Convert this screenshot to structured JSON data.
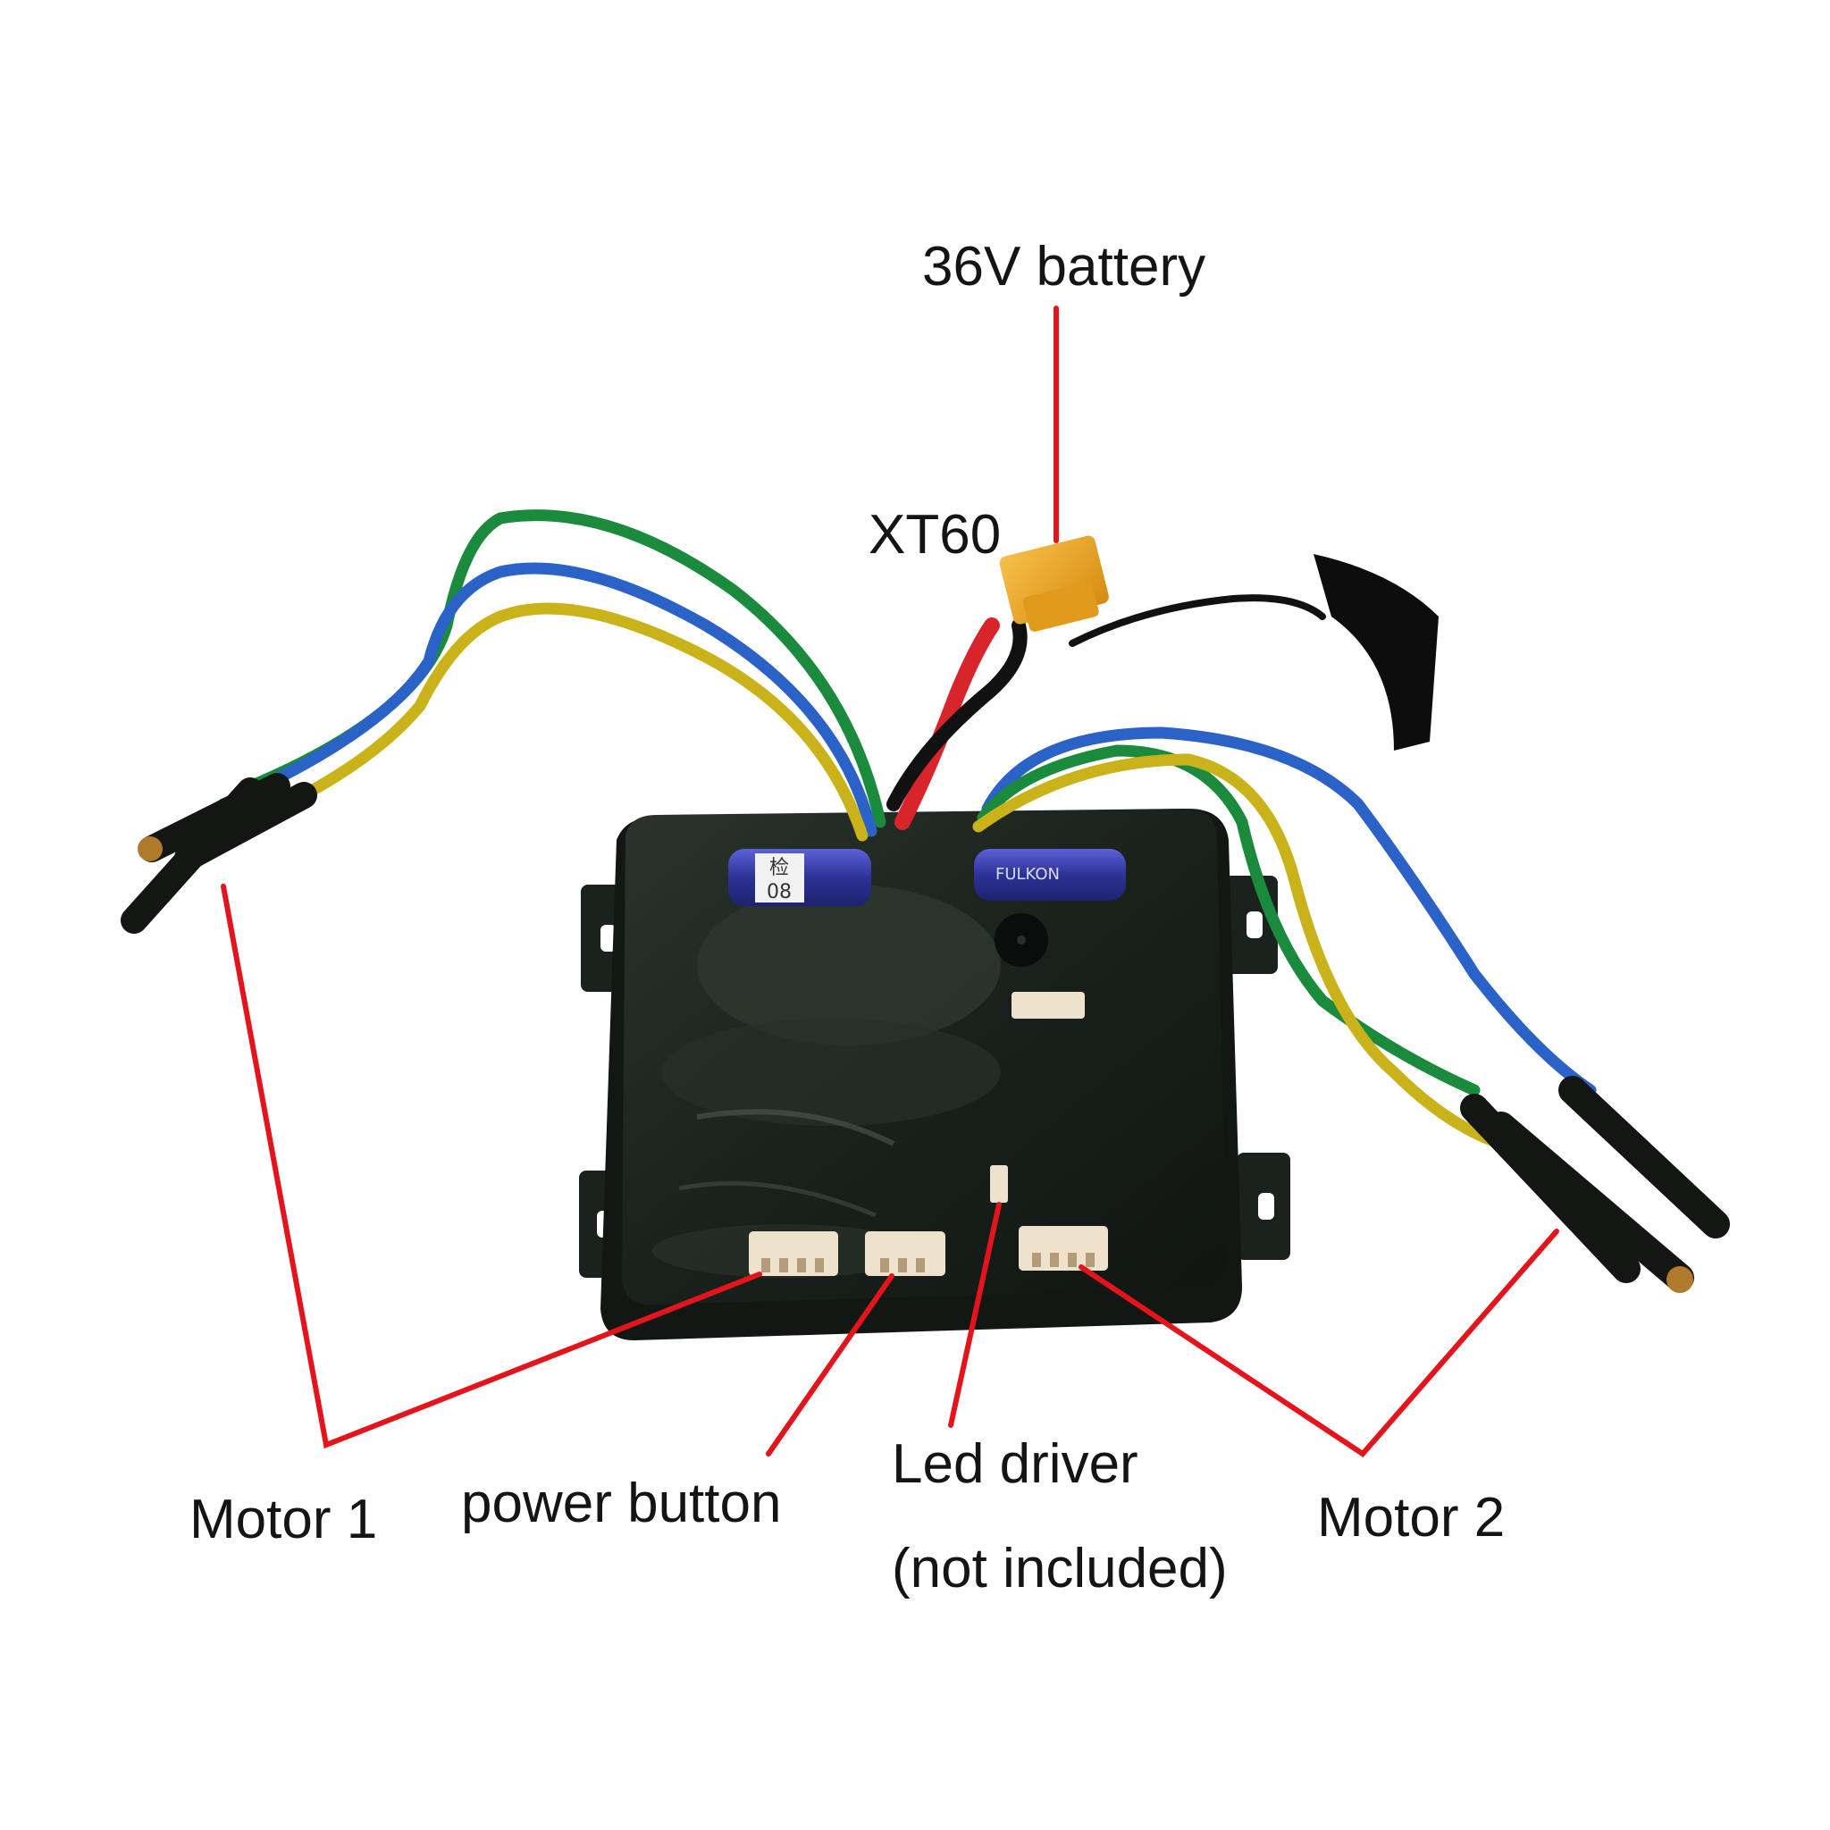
{
  "labels": {
    "battery": "36V battery",
    "connector": "XT60",
    "motor1": "Motor 1",
    "power_button": "power button",
    "led_driver": "Led driver",
    "not_included": "(not included)",
    "motor2": "Motor 2"
  },
  "capacitor_text": {
    "left_top": "检",
    "left_bottom": "08",
    "right_brand": "FULKON"
  },
  "colors": {
    "leader_line": "#e3141b",
    "housing": "#1d241f",
    "wire_green": "#1a8a3c",
    "wire_blue": "#2a62c8",
    "wire_yellow": "#c9b21a",
    "wire_red": "#d8252c",
    "xt60": "#e8a318",
    "connector": "#efe2cc",
    "capacitor": "#3a3fa6"
  }
}
